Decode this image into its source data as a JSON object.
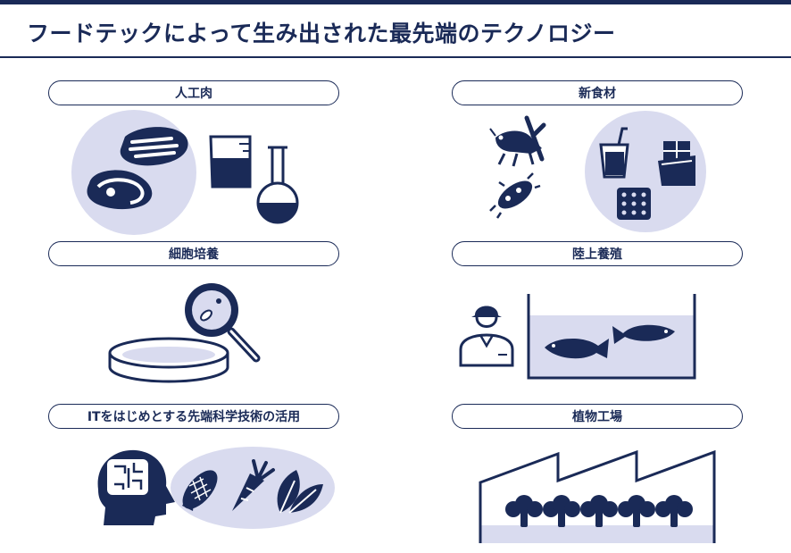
{
  "title": "フードテックによって生み出された最先端のテクノロジー",
  "categories": {
    "artificial_meat": "人工肉",
    "new_food": "新食材",
    "cell_culture": "細胞培養",
    "land_aquaculture": "陸上養殖",
    "it_tech": "ITをはじめとする先端科学技術の活用",
    "plant_factory": "植物工場"
  },
  "colors": {
    "navy": "#1a2a57",
    "lavender": "#d9dbef",
    "white": "#ffffff"
  }
}
